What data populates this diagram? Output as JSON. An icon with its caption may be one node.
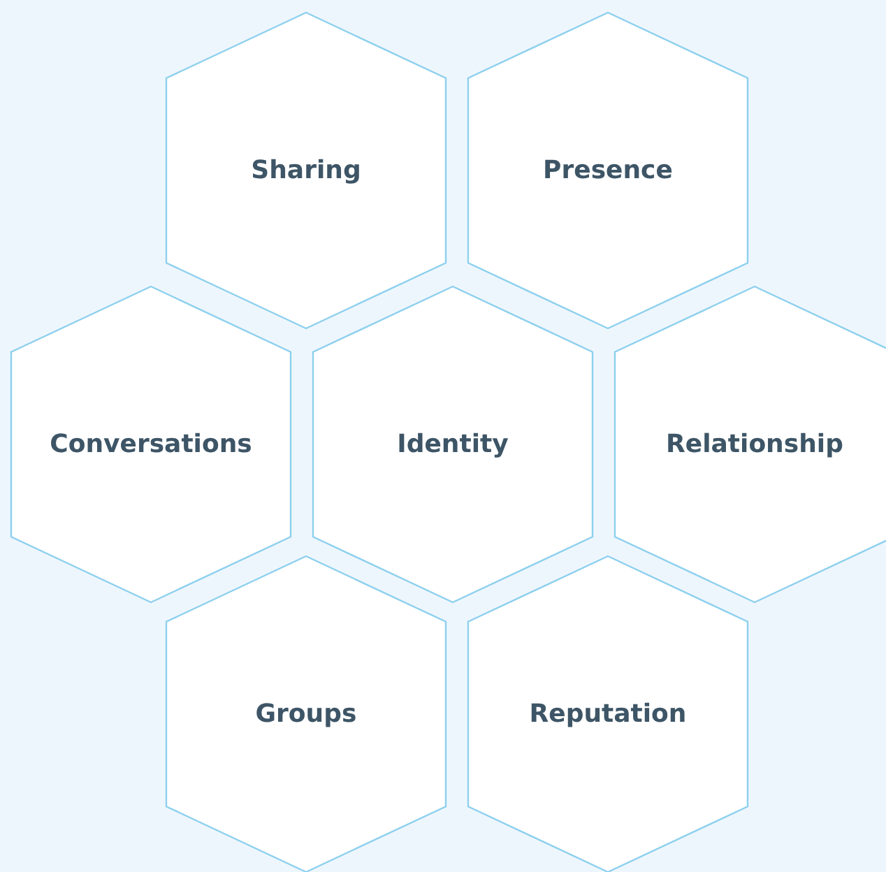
{
  "diagram": {
    "nodes": [
      {
        "text": [
          "Sharing"
        ]
      },
      {
        "text": [
          "Presence"
        ]
      },
      {
        "text": [
          "Conversations"
        ]
      },
      {
        "text": [
          "Identity"
        ]
      },
      {
        "text": [
          "Relationship"
        ]
      },
      {
        "text": [
          "Groups"
        ]
      },
      {
        "text": [
          "Reputation"
        ]
      }
    ]
  }
}
